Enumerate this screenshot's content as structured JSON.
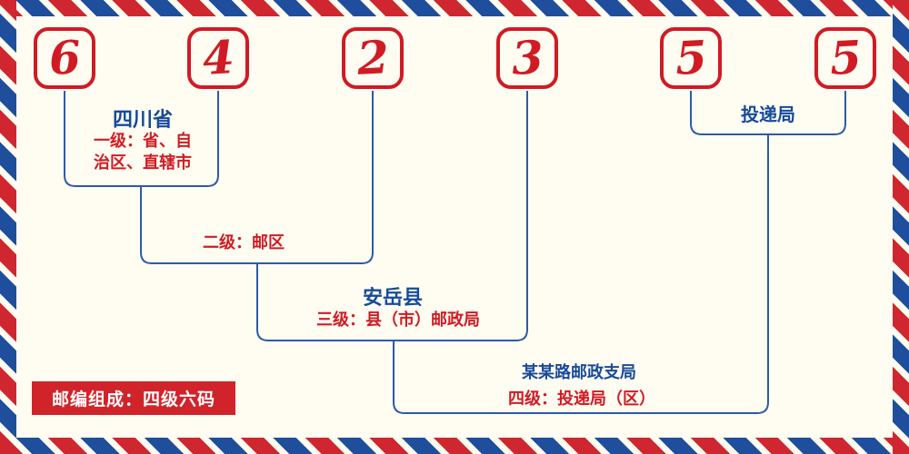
{
  "digits": [
    "6",
    "4",
    "2",
    "3",
    "5",
    "5"
  ],
  "labels": {
    "level1": {
      "place": "四川省",
      "desc": "一级：省、自治区、直辖市"
    },
    "level2": {
      "desc": "二级：邮区"
    },
    "level3": {
      "place": "安岳县",
      "desc": "三级：县（市）邮政局"
    },
    "level4": {
      "office": "投递局",
      "branch": "某某路邮政支局",
      "desc": "四级：投递局（区）"
    }
  },
  "footer": {
    "text": "邮编组成：四级六码"
  },
  "colors": {
    "accent_red": "#d01b24",
    "accent_blue": "#174a9b",
    "line_blue": "#2d5aa8",
    "border_red": "#cf2630",
    "border_blue": "#1f4e9d",
    "background": "#fffdf2",
    "footer_bg": "#d0242a",
    "footer_text": "#ffffff"
  }
}
